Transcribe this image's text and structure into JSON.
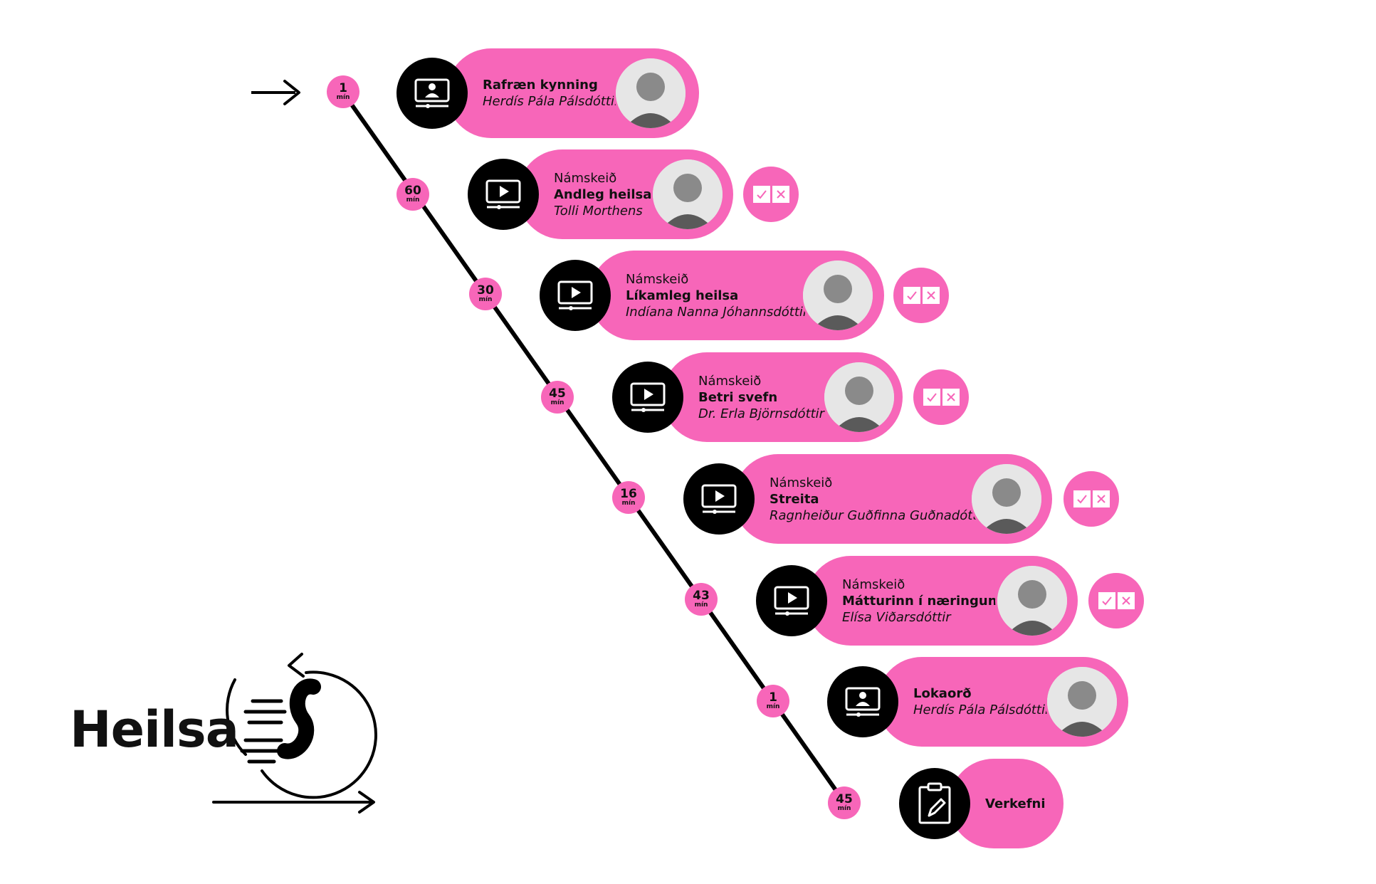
{
  "brand": {
    "title": "Heilsa",
    "logo_icon": "running-figure-cycle-icon"
  },
  "colors": {
    "accent": "#f766b9",
    "icon_bg": "#000000"
  },
  "timeline": [
    {
      "duration": "1",
      "unit": "mín",
      "icon": "presenter-icon",
      "kind": "",
      "title": "Rafræn kynning",
      "person": "Herdís Pála Pálsdóttir",
      "has_avatar": true,
      "has_check": false
    },
    {
      "duration": "60",
      "unit": "mín",
      "icon": "video-play-icon",
      "kind": "Námskeið",
      "title": "Andleg heilsa",
      "person": "Tolli Morthens",
      "has_avatar": true,
      "has_check": true
    },
    {
      "duration": "30",
      "unit": "mín",
      "icon": "video-play-icon",
      "kind": "Námskeið",
      "title": "Líkamleg heilsa",
      "person": "Indíana Nanna Jóhannsdóttir",
      "has_avatar": true,
      "has_check": true
    },
    {
      "duration": "45",
      "unit": "mín",
      "icon": "video-play-icon",
      "kind": "Námskeið",
      "title": "Betri svefn",
      "person": "Dr. Erla Björnsdóttir",
      "has_avatar": true,
      "has_check": true
    },
    {
      "duration": "16",
      "unit": "mín",
      "icon": "video-play-icon",
      "kind": "Námskeið",
      "title": "Streita",
      "person": "Ragnheiður Guðfinna Guðnadóttir",
      "has_avatar": true,
      "has_check": true
    },
    {
      "duration": "43",
      "unit": "mín",
      "icon": "video-play-icon",
      "kind": "Námskeið",
      "title": "Mátturinn í næringunni",
      "person": "Elísa Viðarsdóttir",
      "has_avatar": true,
      "has_check": true
    },
    {
      "duration": "1",
      "unit": "mín",
      "icon": "presenter-icon",
      "kind": "",
      "title": "Lokaorð",
      "person": "Herdís Pála Pálsdóttir",
      "has_avatar": true,
      "has_check": false
    },
    {
      "duration": "45",
      "unit": "mín",
      "icon": "clipboard-pencil-icon",
      "kind": "",
      "title": "Verkefni",
      "person": "",
      "has_avatar": false,
      "has_check": false
    }
  ]
}
